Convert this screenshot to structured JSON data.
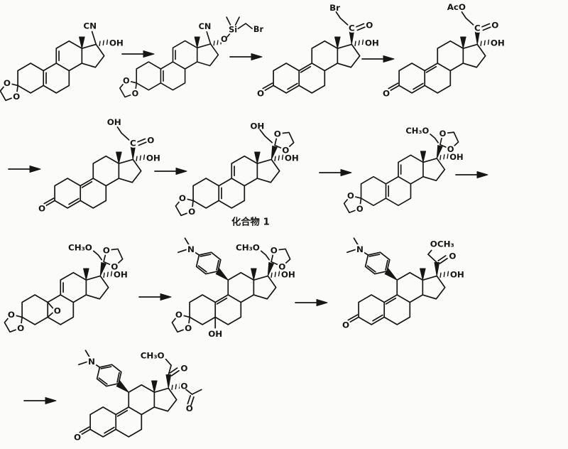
{
  "labels": {
    "O": "O",
    "OH": "OH",
    "CN": "CN",
    "Si": "Si",
    "Br": "Br",
    "AcO": "AcO",
    "C": "C",
    "N": "N",
    "CH3O": "CH₃O",
    "OCH3": "OCH₃",
    "compound1": "化合物 1"
  }
}
